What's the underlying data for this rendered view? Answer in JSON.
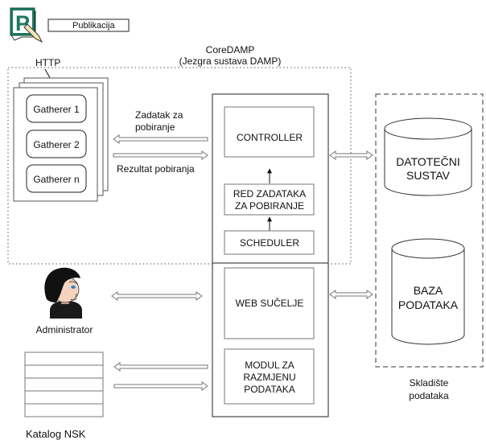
{
  "publication": {
    "icon_letter": "P",
    "label": "Publikacija"
  },
  "http_label": "HTTP",
  "core": {
    "title": "CoreDAMP",
    "subtitle": "(Jezgra sustava DAMP)"
  },
  "gatherers": [
    "Gatherer 1",
    "Gatherer 2",
    "Gatherer n"
  ],
  "task_arrow": {
    "line1": "Zadatak za",
    "line2": "pobiranje"
  },
  "result_arrow": {
    "label": "Rezultat pobiranja"
  },
  "controller": "CONTROLLER",
  "queue": {
    "line1": "RED ZADATAKA",
    "line2": "ZA POBIRANJE"
  },
  "scheduler": "SCHEDULER",
  "web": "WEB SUČELJE",
  "exchange": {
    "line1": "MODUL ZA",
    "line2": "RAZMJENU",
    "line3": "PODATAKA"
  },
  "filesystem": {
    "line1": "DATOTEČNI",
    "line2": "SUSTAV"
  },
  "database": {
    "line1": "BAZA",
    "line2": "PODATAKA"
  },
  "storage": {
    "line1": "Skladište",
    "line2": "podataka"
  },
  "administrator": "Administrator",
  "catalog": "Katalog NSK"
}
